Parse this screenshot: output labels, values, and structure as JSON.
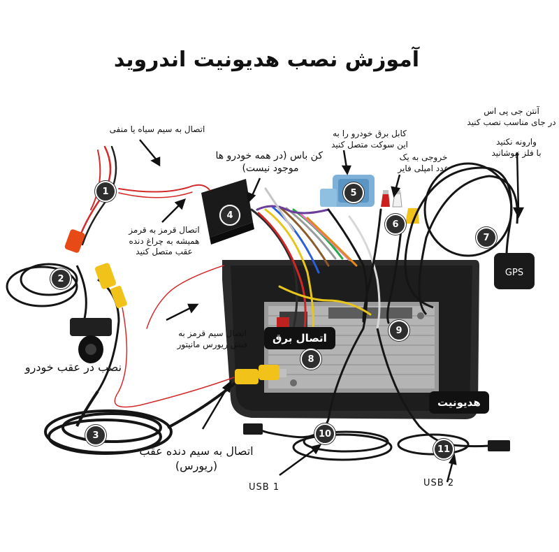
{
  "title": "آموزش نصب هدیونیت اندروید",
  "labels": {
    "negative_wire": "اتصال به سیم سیاه یا منفی",
    "canbus_line1": "کن باس (در همه خودرو ها",
    "canbus_line2": "موجود نیست)",
    "power_cable_line1": "کابل برق خودرو را به",
    "power_cable_line2": "این سوکت متصل کنید",
    "amp_line1": "خروجی به یک",
    "amp_line2": "عدد امپلی فایر",
    "gps_line1": "آنتن جی پی اس",
    "gps_line2": "در جای مناسب نصب کنید",
    "gps_note_line1": "وارونه نکنید",
    "gps_note_line2": "با فلز نپوشانید",
    "red_lamp_line1": "اتصال قرمز به قرمز",
    "red_lamp_line2": "همیشه به چراغ دنده",
    "red_lamp_line3": "عقب متصل کنید",
    "red_reverse_line1": "اتصال سیم قرمز به",
    "red_reverse_line2": "فیش ریورس مانیتور",
    "rear_camera": "نصب در عقب خودرو",
    "reverse_line1": "اتصال به سیم دنده عقب",
    "reverse_line2": "(ریورس)",
    "power_tag": "اتصال برق",
    "headunit_tag": "هدیونیت",
    "usb1": "USB 1",
    "usb2": "USB 2",
    "gps_module": "GPS"
  },
  "badges": [
    "1",
    "2",
    "3",
    "4",
    "5",
    "6",
    "7",
    "8",
    "9",
    "10",
    "11"
  ]
}
